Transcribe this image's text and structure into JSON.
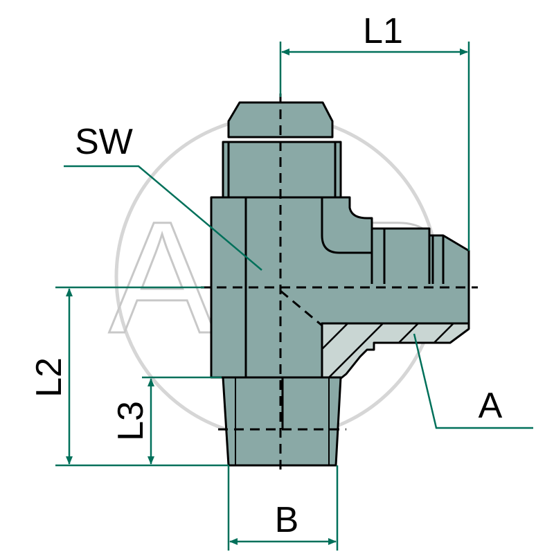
{
  "watermark": {
    "text": "AGP"
  },
  "labels": {
    "l1": "L1",
    "l2": "L2",
    "l3": "L3",
    "sw": "SW",
    "a": "A",
    "b": "B"
  },
  "colors": {
    "body": "#8aa9a6",
    "section": "#c9d6d3",
    "dimension": "#00705a",
    "outline": "#000000",
    "watermark": "#c8c8c8"
  }
}
